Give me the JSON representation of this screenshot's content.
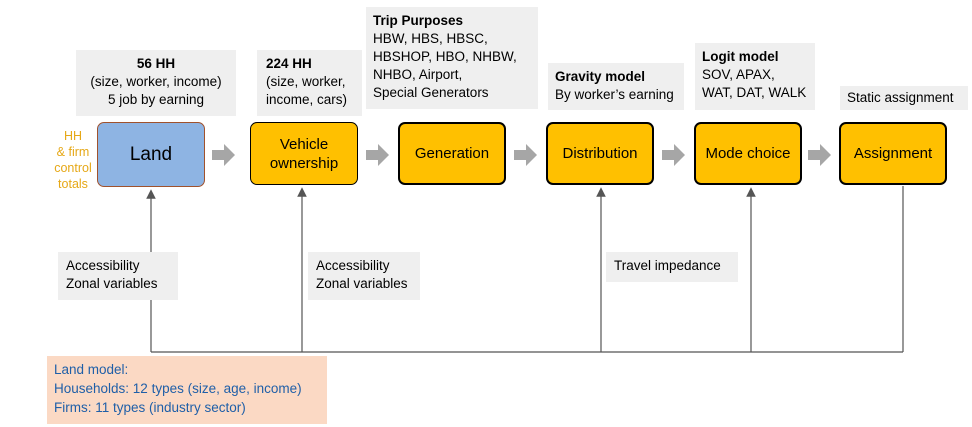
{
  "labels": {
    "hh_control": [
      "HH",
      "& firm",
      "control",
      "totals"
    ],
    "land_info": {
      "title": "56 HH",
      "lines": [
        "(size, worker, income)",
        "5 job by earning"
      ]
    },
    "vehicle_info": {
      "title": "224 HH",
      "lines": [
        "(size, worker,",
        "income, cars)"
      ]
    },
    "trip_purposes": {
      "title": "Trip Purposes",
      "lines": [
        "HBW, HBS, HBSC,",
        "HBSHOP, HBO, NHBW,",
        "NHBO, Airport,",
        "Special Generators"
      ]
    },
    "gravity": {
      "title": "Gravity model",
      "lines": [
        "By worker’s earning"
      ]
    },
    "logit": {
      "title": "Logit model",
      "lines": [
        "SOV, APAX,",
        "WAT, DAT, WALK"
      ]
    },
    "static": "Static assignment",
    "feedback_left": [
      "Accessibility",
      "Zonal variables"
    ],
    "feedback_mid": [
      "Accessibility",
      "Zonal variables"
    ],
    "travel_impedance": "Travel impedance",
    "land_model": [
      "Land model:",
      "Households: 12 types (size, age, income)",
      "Firms: 11 types (industry sector)"
    ]
  },
  "steps": {
    "land": "Land",
    "vehicle": [
      "Vehicle",
      "ownership"
    ],
    "generation": "Generation",
    "distribution": "Distribution",
    "mode_choice": "Mode choice",
    "assignment": "Assignment"
  },
  "colors": {
    "step_fill": "#ffc000",
    "land_fill": "#8eb4e3",
    "annotation_fill": "#efefef",
    "land_model_fill": "#fbd9c4",
    "land_model_text": "#1f5fa8",
    "control_text": "#e6a817",
    "arrow": "#a6a6a6"
  }
}
